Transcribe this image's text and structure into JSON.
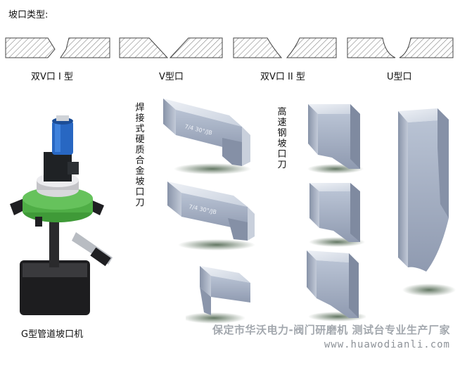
{
  "header": {
    "title": "坡口类型:"
  },
  "bevel_types": [
    {
      "label": "双V口 I 型"
    },
    {
      "label": "V型口"
    },
    {
      "label": "双V口 II 型"
    },
    {
      "label": "U型口"
    }
  ],
  "tool_groups": {
    "carbide_label": "焊接式硬质合金坡口刀",
    "hss_label": "高速钢坡口刀",
    "blade_engraving": "7/4 30°/JB"
  },
  "machine": {
    "caption": "G型管道坡口机"
  },
  "footer": {
    "company": "保定市华沃电力-阀门研磨机 测试台专业生产厂家",
    "url": "www.huawodianli.com"
  },
  "colors": {
    "blade_top": "#e3e7ef",
    "blade_face": "#a9b4c8",
    "blade_dark": "#7f8aa0",
    "hatch": "#6b6b6b",
    "machine_green": "#4fae46",
    "machine_blue": "#2867c2"
  }
}
